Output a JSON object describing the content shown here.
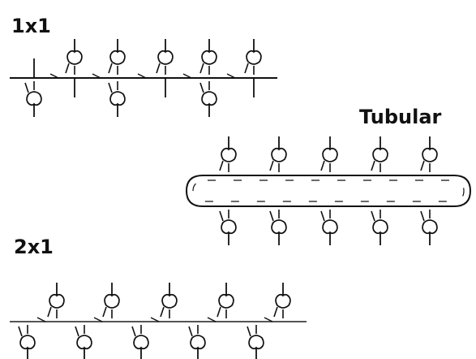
{
  "labels": {
    "one_by_one": "1x1",
    "tubular": "Tubular",
    "two_by_one": "2x1"
  },
  "colors": {
    "ink": "#111111",
    "rail": "#555555",
    "background": "#ffffff"
  }
}
